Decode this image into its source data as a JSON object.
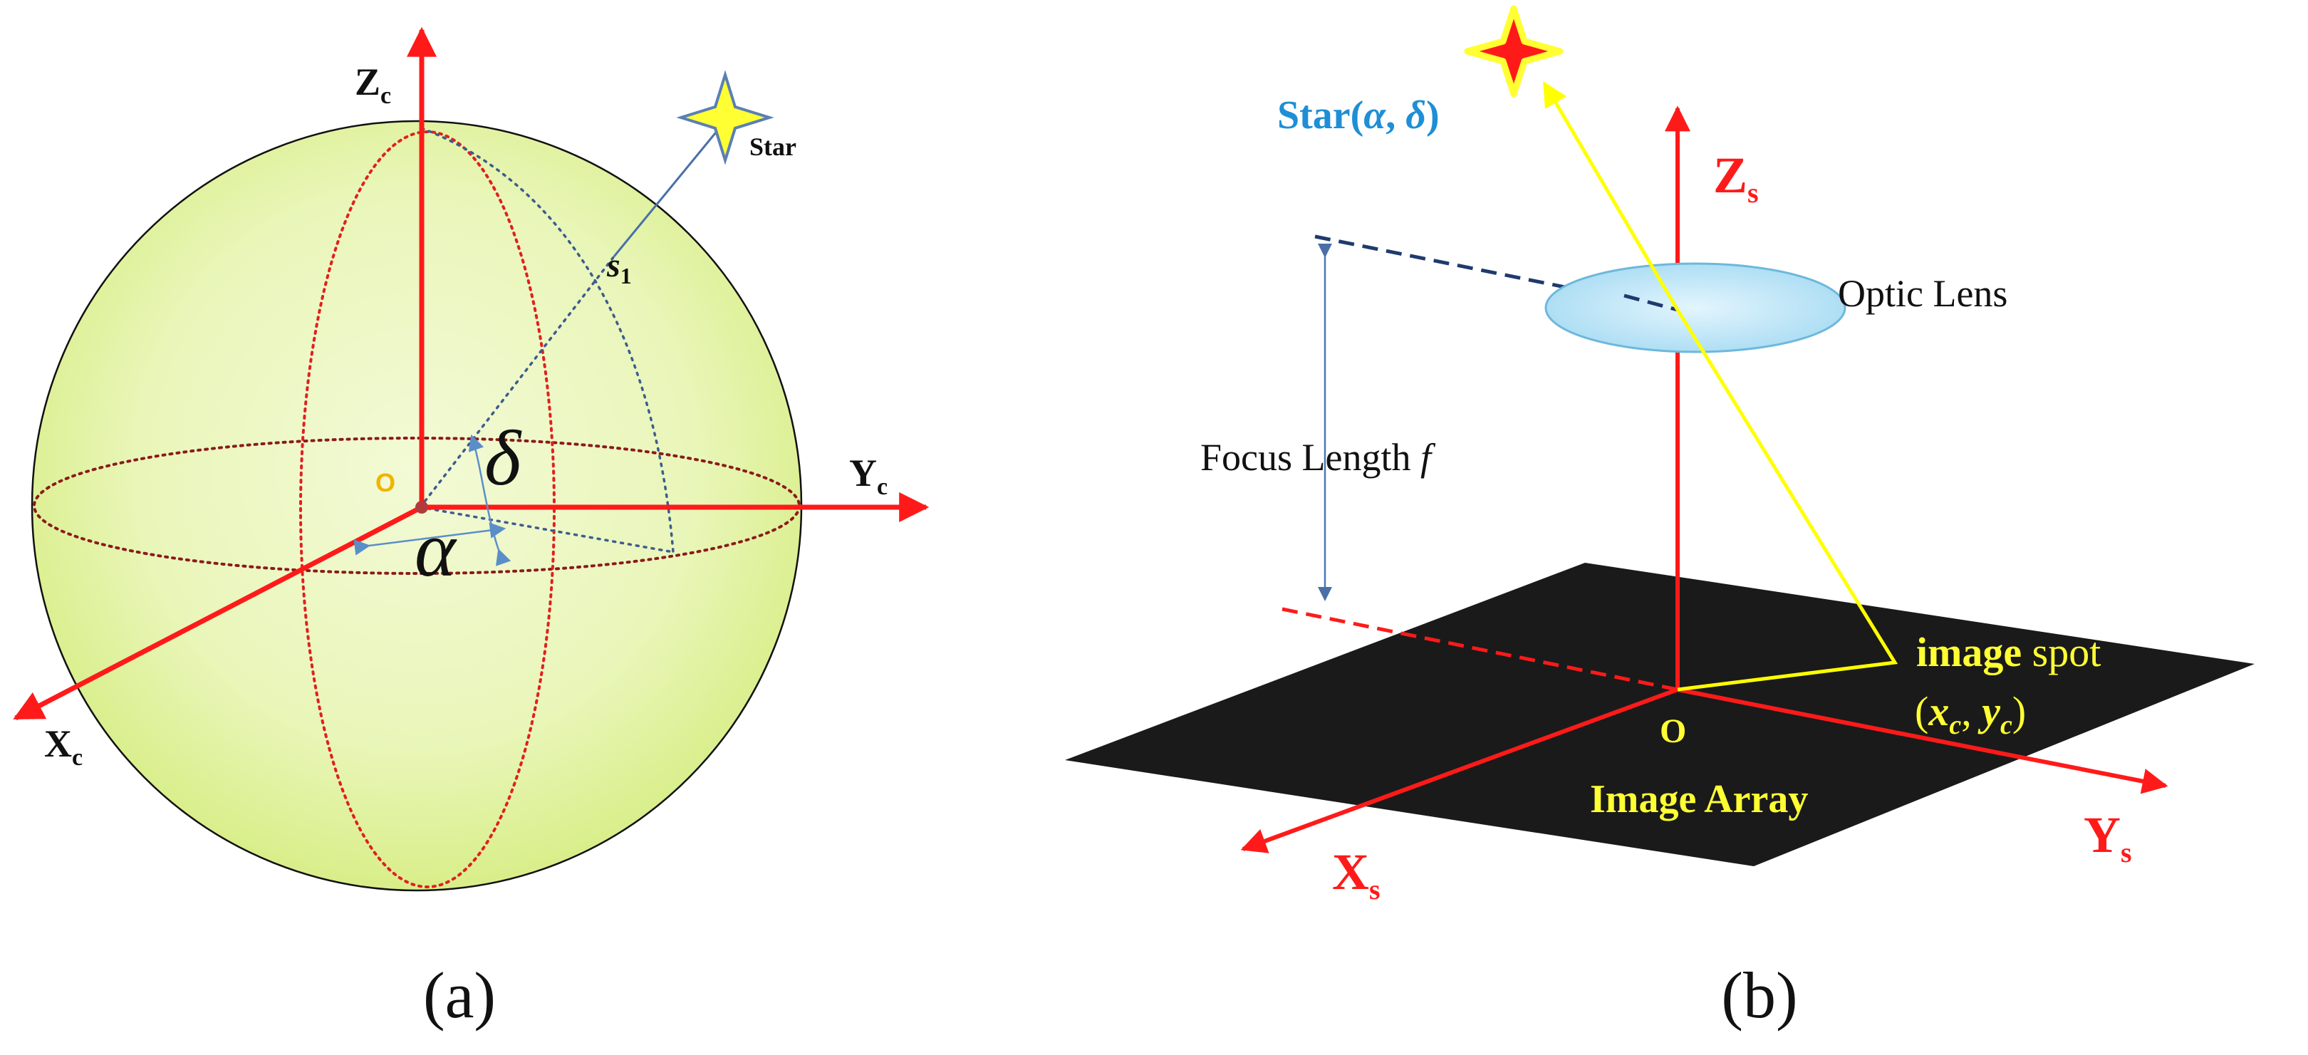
{
  "panel_a": {
    "caption": "(a)",
    "axis_z": {
      "main": "Z",
      "sub": "c"
    },
    "axis_y": {
      "main": "Y",
      "sub": "c"
    },
    "axis_x": {
      "main": "X",
      "sub": "c"
    },
    "origin": "O",
    "star": "Star",
    "vector": {
      "main": "s",
      "sub": "1"
    },
    "alpha": "α",
    "delta": "δ"
  },
  "panel_b": {
    "caption": "(b)",
    "star_label": {
      "prefix": "Star(",
      "alpha": "α",
      "comma": ", ",
      "delta": "δ",
      "suffix": ")"
    },
    "axis_z": {
      "main": "Z",
      "sub": "s"
    },
    "axis_y": {
      "main": "Y",
      "sub": "s"
    },
    "axis_x": {
      "main": "X",
      "sub": "s"
    },
    "lens": "Optic Lens",
    "focus": {
      "text": "Focus Length ",
      "symbol": "f"
    },
    "image_spot": {
      "word1": "image",
      "word2": " spot"
    },
    "spot_coords": {
      "open": "(",
      "x": "x",
      "x_sub": "c",
      "comma": ", ",
      "y": "y",
      "y_sub": "c",
      "close": ")"
    },
    "origin": "O",
    "array": "Image Array"
  },
  "colors": {
    "axis_red": "#ff1a1a",
    "sphere_fill": "#e6f5b0",
    "sphere_edge": "#d2ec7a",
    "dotted_red": "#d93030",
    "dotted_blue": "#3d5c8f",
    "star_yellow": "#ffff33",
    "ray_yellow": "#ffff00",
    "lens_fill": "#bde6f7",
    "label_blue": "#1e8fd6",
    "array_black": "#1a1a1a",
    "dashed_navy": "#1f3a6e"
  }
}
